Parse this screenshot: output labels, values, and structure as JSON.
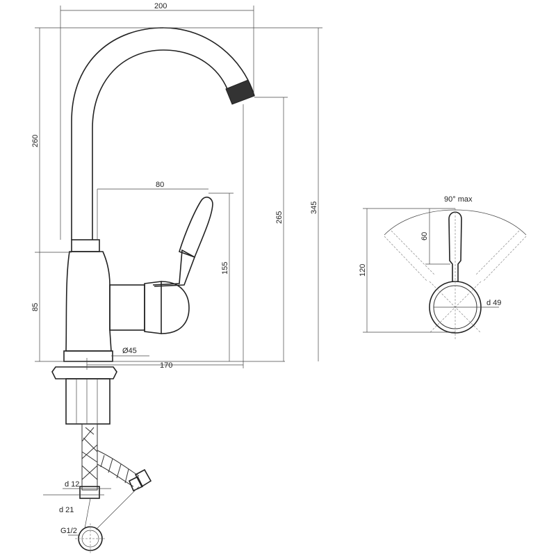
{
  "drawing": {
    "side_view": {
      "width_total": "200",
      "spout_height": "260",
      "body_height": "85",
      "handle_reach": "80",
      "handle_height": "155",
      "spout_outlet_height": "265",
      "total_height": "345",
      "base_diameter": "Ø45",
      "spout_reach": "170",
      "hose_diameter": "d 12",
      "nut_diameter": "d 21",
      "thread": "G1/2"
    },
    "top_view": {
      "rotation": "90° max",
      "lever_length": "60",
      "overall_length": "120",
      "diameter": "d 49"
    },
    "line_color": "#222222"
  }
}
